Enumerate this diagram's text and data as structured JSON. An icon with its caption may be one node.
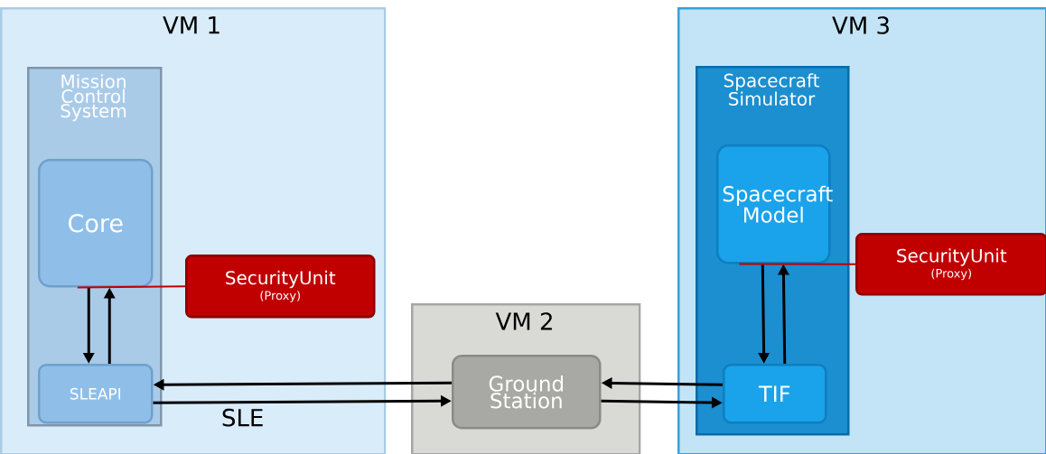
{
  "diagram": {
    "nodes": [
      {
        "text": [
          "VM 1"
        ]
      },
      {
        "text": [
          "Mission Control System"
        ],
        "in": 0
      },
      {
        "text": [
          "Core"
        ],
        "in": 1
      },
      {
        "text": [
          "SLEAPI"
        ],
        "in": 1
      },
      {
        "text": [
          "SecurityUnit",
          "(Proxy)"
        ],
        "in": 0
      },
      {
        "text": [
          "VM 2"
        ]
      },
      {
        "text": [
          "Ground Station"
        ],
        "in": 5
      },
      {
        "text": [
          "VM 3"
        ]
      },
      {
        "text": [
          "Spacecraft Simulator"
        ],
        "in": 7
      },
      {
        "text": [
          "Spacecraft Model"
        ],
        "in": 8
      },
      {
        "text": [
          "TIF"
        ],
        "in": 8
      },
      {
        "text": [
          "SecurityUnit",
          "(Proxy)"
        ],
        "in": 7
      }
    ],
    "edges": [
      {
        "from": 2,
        "to": 3,
        "arrow": "to"
      },
      {
        "from": 3,
        "to": 2,
        "arrow": "to"
      },
      {
        "from": 6,
        "to": 3,
        "arrow": "to"
      },
      {
        "from": 3,
        "to": 6,
        "arrow": "to",
        "label": "SLE"
      },
      {
        "from": 10,
        "to": 6,
        "arrow": "to"
      },
      {
        "from": 6,
        "to": 10,
        "arrow": "to"
      },
      {
        "from": 9,
        "to": 10,
        "arrow": "to"
      },
      {
        "from": 10,
        "to": 9,
        "arrow": "to"
      },
      {
        "from": 4,
        "to": 2,
        "arrow": "none",
        "color": "#c00000"
      },
      {
        "from": 11,
        "to": 9,
        "arrow": "none",
        "color": "#c00000"
      }
    ]
  }
}
